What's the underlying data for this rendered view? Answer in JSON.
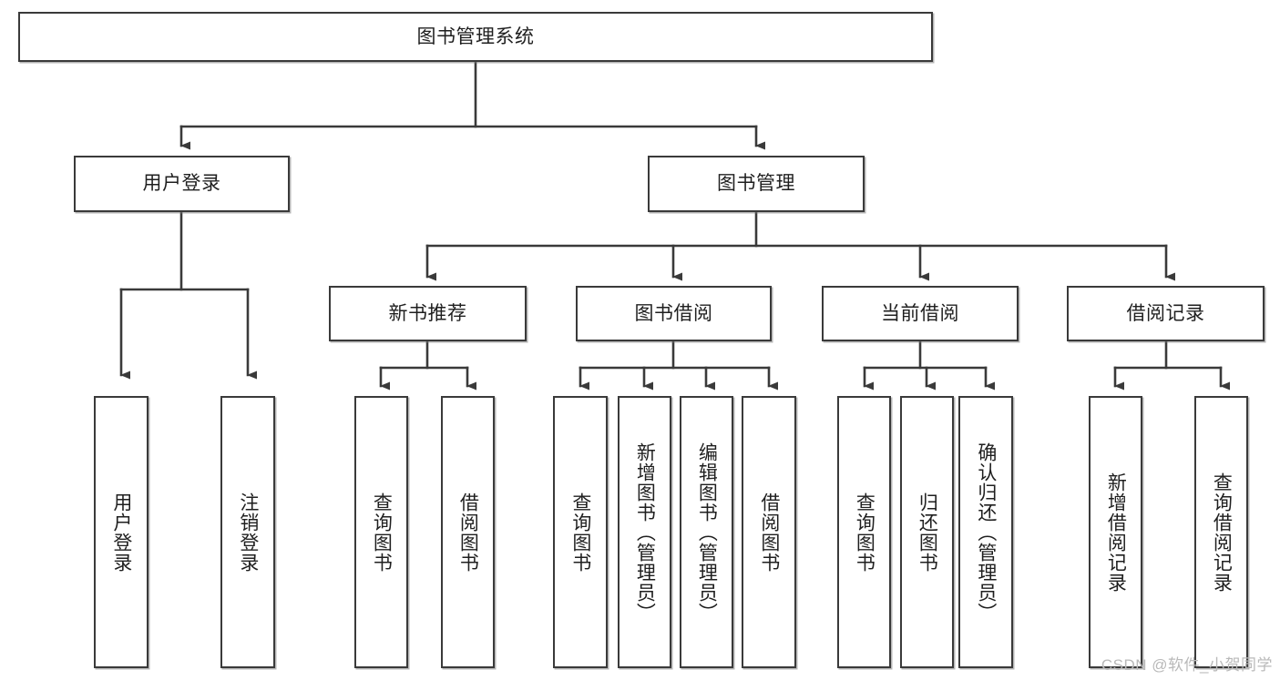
{
  "diagram": {
    "type": "tree-hierarchy-chart",
    "title": "图书管理系统",
    "watermark": "CSDN @软件_小贺同学",
    "colors": {
      "box_border": "#3a3a3a",
      "box_fill": "#ffffff",
      "text": "#1f1f1f",
      "connector": "#3a3a3a",
      "watermark": "#b9b9b9"
    },
    "levels": {
      "root": {
        "label": "图书管理系统"
      },
      "level2": [
        {
          "label": "用户登录"
        },
        {
          "label": "图书管理"
        }
      ],
      "level3": [
        {
          "label": "新书推荐"
        },
        {
          "label": "图书借阅"
        },
        {
          "label": "当前借阅"
        },
        {
          "label": "借阅记录"
        }
      ],
      "leaves": {
        "user_login": [
          {
            "label": "用户登录"
          },
          {
            "label": "注销登录"
          }
        ],
        "new_book_recommend": [
          {
            "label": "查询图书"
          },
          {
            "label": "借阅图书"
          }
        ],
        "book_borrow": [
          {
            "label": "查询图书"
          },
          {
            "label": "新增图书（管理员）"
          },
          {
            "label": "编辑图书（管理员）"
          },
          {
            "label": "借阅图书"
          }
        ],
        "current_borrow": [
          {
            "label": "查询图书"
          },
          {
            "label": "归还图书"
          },
          {
            "label": "确认归还（管理员）"
          }
        ],
        "borrow_record": [
          {
            "label": "新增借阅记录"
          },
          {
            "label": "查询借阅记录"
          }
        ]
      }
    }
  }
}
